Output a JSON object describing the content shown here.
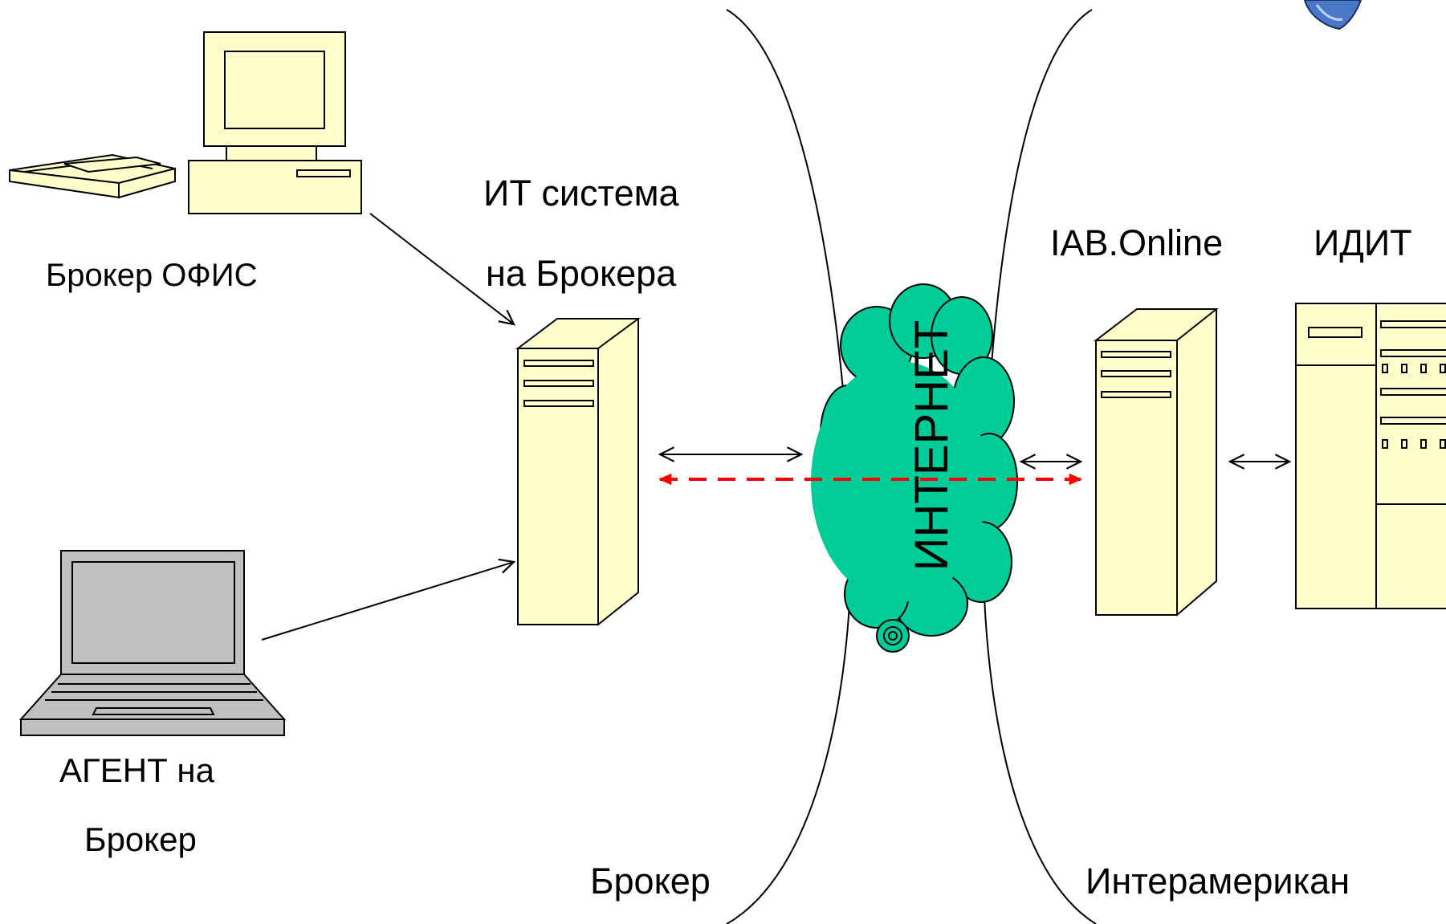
{
  "labels": {
    "broker_office": "Брокер ОФИС",
    "it_system_line1": "ИТ система",
    "it_system_line2": "на Брокера",
    "agent_line1": "АГЕНТ на",
    "agent_line2": "Брокер",
    "internet": "ИНТЕРНЕТ",
    "iab_online": "IAB.Online",
    "idit": "ИДИТ",
    "broker_zone": "Брокер",
    "interamerican_zone": "Интерамерикан"
  },
  "colors": {
    "device_fill": "#ffffcc",
    "cloud_fill": "#00cc99",
    "screen_fill": "#c0c0c0",
    "dashed_arrow": "#ff0000",
    "line": "#000000"
  },
  "icons": {
    "desktop": "desktop-computer-icon",
    "laptop": "laptop-icon",
    "server": "tower-server-icon",
    "cloud": "internet-cloud-icon",
    "mainframe": "mainframe-icon"
  }
}
